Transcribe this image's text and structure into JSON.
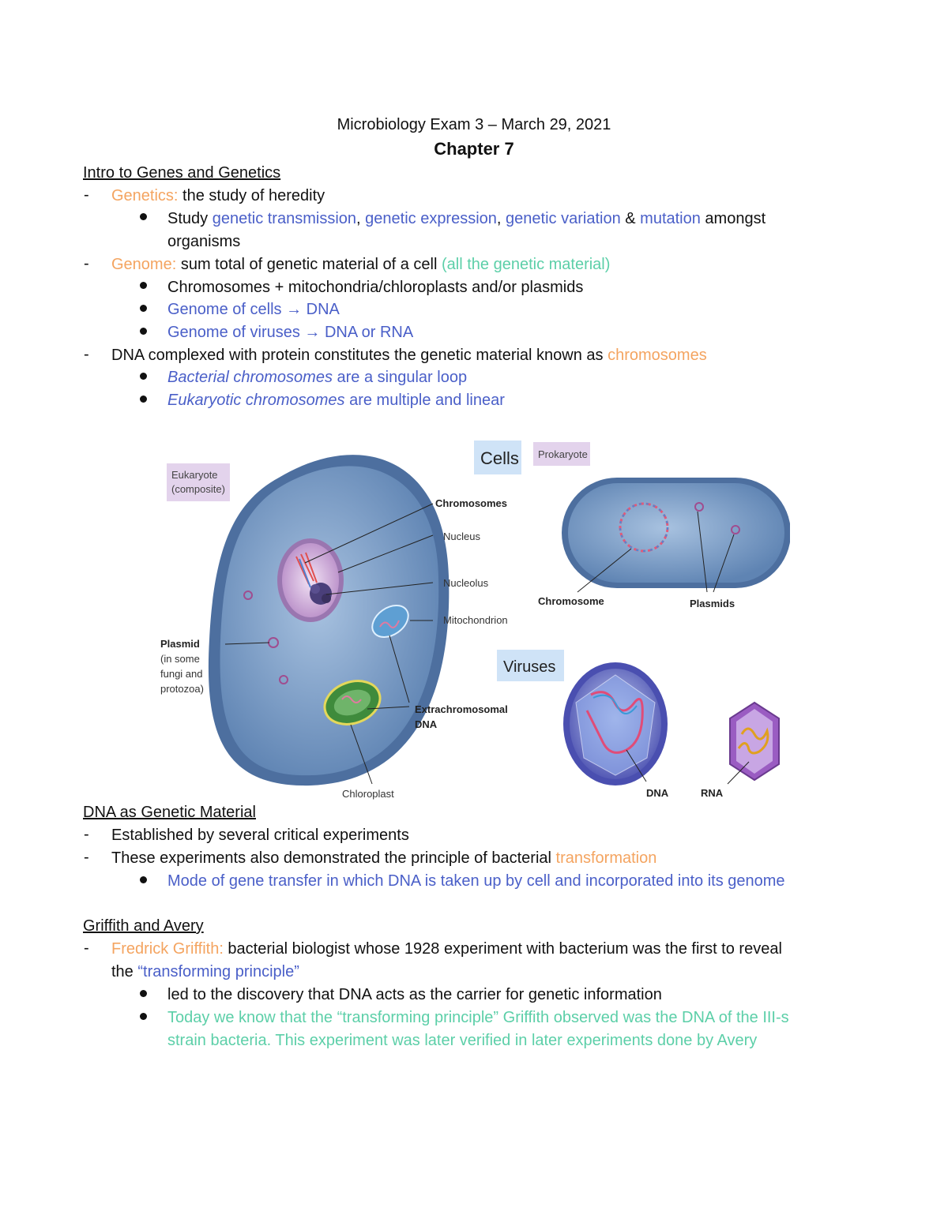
{
  "header": {
    "title": "Microbiology Exam 3 – March 29, 2021",
    "chapter": "Chapter 7"
  },
  "section1": {
    "heading": "Intro to Genes and Genetics",
    "genetics_term": "Genetics:",
    "genetics_def": " the study of heredity",
    "study_pre": "Study ",
    "study_t1": "genetic transmission",
    "study_c1": ", ",
    "study_t2": "genetic expression",
    "study_c2": ", ",
    "study_t3": "genetic variation",
    "study_amp": " & ",
    "study_t4": "mutation",
    "study_post": " amongst",
    "study_line2": "organisms",
    "genome_term": "Genome:",
    "genome_def": " sum total of genetic material of a cell ",
    "genome_note": "(all the genetic material)",
    "b_chromosomes": "Chromosomes + mitochondria/chloroplasts and/or plasmids",
    "b_cells": "Genome of cells → DNA",
    "b_viruses": "Genome of viruses → DNA or RNA",
    "dna_line_pre": "DNA complexed with protein constitutes the genetic material known as ",
    "dna_line_term": "chromosomes",
    "bact_it": "Bacterial chromosomes",
    "bact_rest": " are a singular loop",
    "euk_it": "Eukaryotic chromosomes",
    "euk_rest": " are multiple and linear"
  },
  "figure": {
    "eukaryote_label_1": "Eukaryote",
    "eukaryote_label_2": "(composite)",
    "cells_title": "Cells",
    "prokaryote_label": "Prokaryote",
    "chromosomes": "Chromosomes",
    "nucleus": "Nucleus",
    "nucleolus": "Nucleolus",
    "mitochondrion": "Mitochondrion",
    "plasmid_1": "Plasmid",
    "plasmid_2": "(in some",
    "plasmid_3": "fungi and",
    "plasmid_4": "protozoa)",
    "extra_1": "Extrachromosomal",
    "extra_2": "DNA",
    "chloroplast": "Chloroplast",
    "chromosome": "Chromosome",
    "plasmids": "Plasmids",
    "viruses_title": "Viruses",
    "dna": "DNA",
    "rna": "RNA",
    "colors": {
      "cell_fill": "#7a9cc6",
      "nucleus_fill": "#d9b8e0",
      "label_box_pink": "#e3d3ec",
      "label_box_blue": "#cfe3f7",
      "virus_blue": "#6a74c8",
      "virus_purple": "#9a5cc2"
    }
  },
  "section2": {
    "heading": "DNA as Genetic Material",
    "l1": "Established by several critical experiments",
    "l2_pre": "These experiments also demonstrated the principle of bacterial ",
    "l2_term": "transformation",
    "l3": "Mode of gene transfer in which DNA is taken up by cell and incorporated into its genome"
  },
  "section3": {
    "heading": "Griffith and Avery",
    "griffith_term": "Fredrick Griffith:",
    "griffith_def": " bacterial biologist whose 1928 experiment with bacterium was the first to reveal",
    "the": "the ",
    "principle": "“transforming principle”",
    "b1": "led to the discovery that DNA acts as the carrier for genetic information",
    "b2_l1": "Today we know that the “transforming principle” Griffith observed was the DNA of the III-s",
    "b2_l2": "strain bacteria. This experiment was later verified in later experiments done by Avery"
  }
}
